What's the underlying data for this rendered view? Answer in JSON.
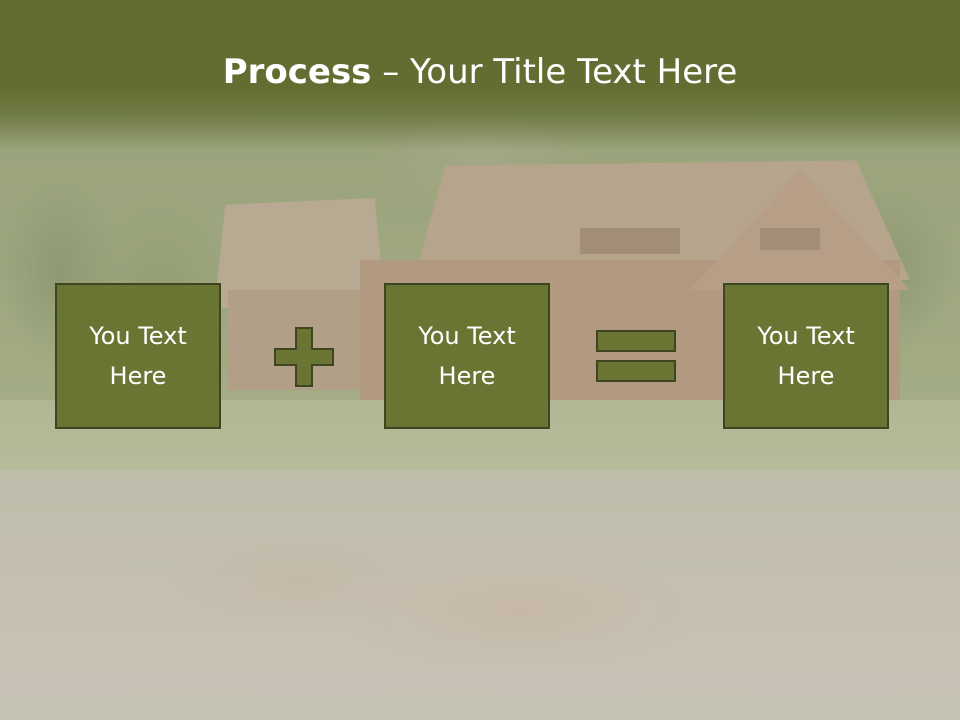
{
  "slide": {
    "title_bold": "Process",
    "title_rest": " – Your Title Text Here"
  },
  "steps": [
    {
      "label": "You Text Here"
    },
    {
      "label": "You Text Here"
    },
    {
      "label": "You Text Here"
    }
  ],
  "operators": [
    "plus-icon",
    "equals-icon"
  ],
  "colors": {
    "title_bar": "#626e31",
    "box_fill": "#6a7433",
    "box_border": "#3e4521",
    "text": "#ffffff"
  }
}
